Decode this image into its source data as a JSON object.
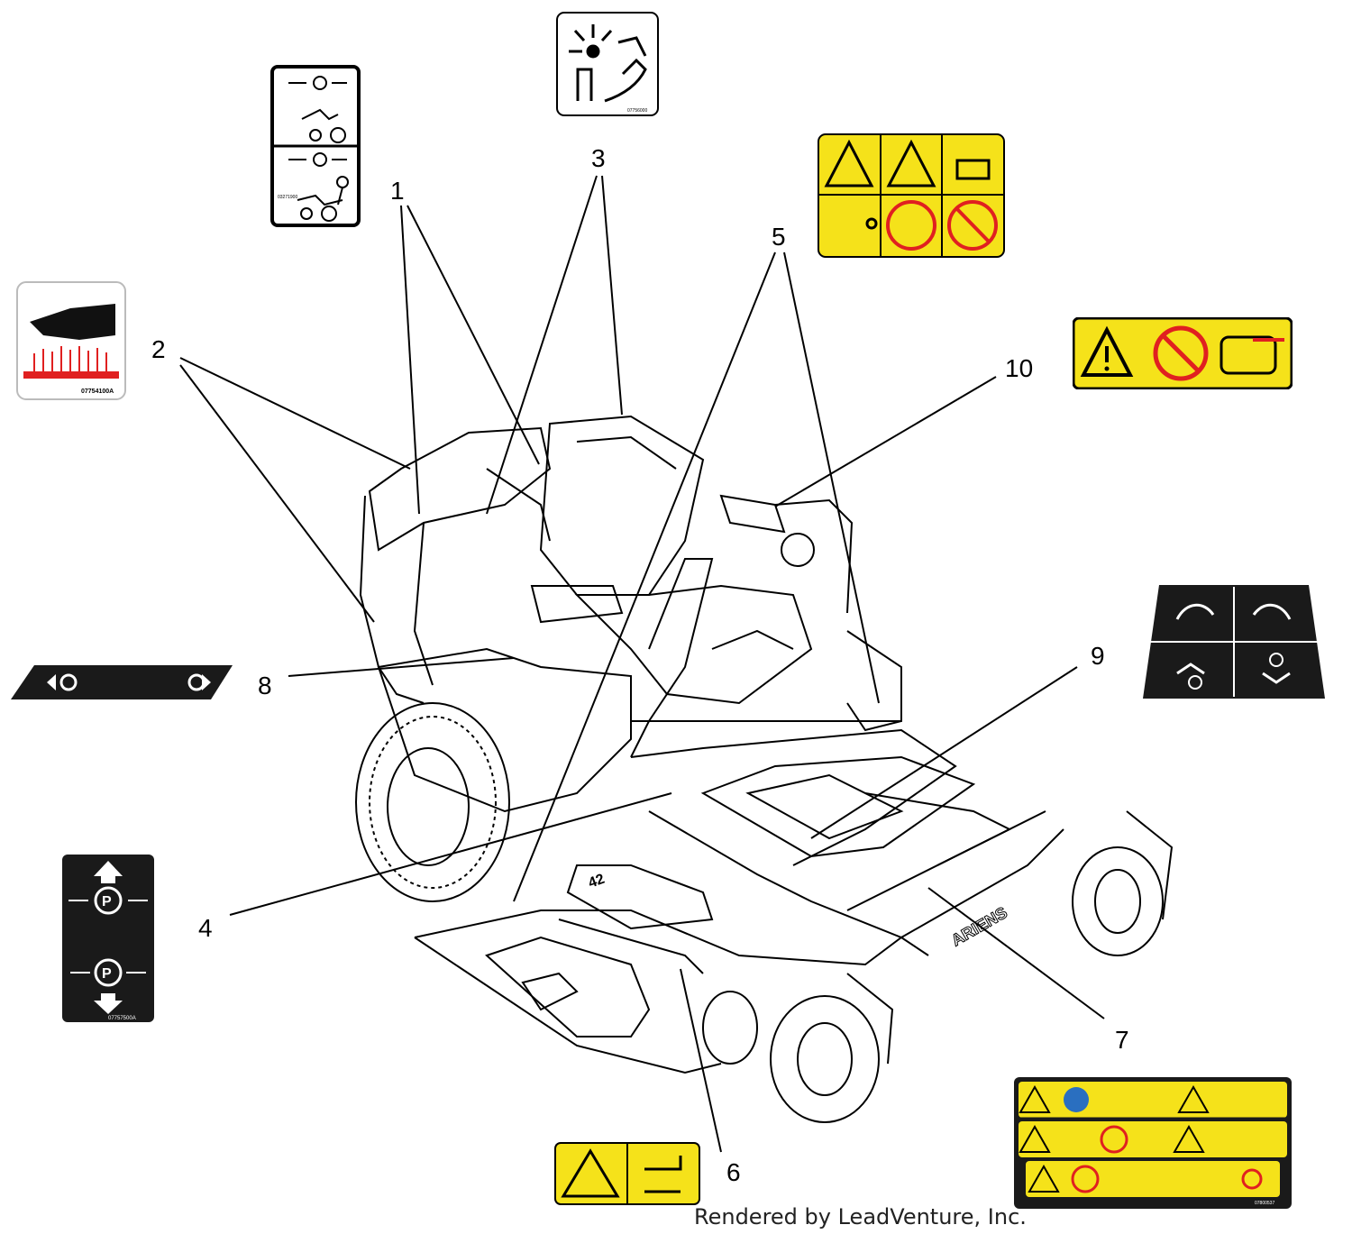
{
  "callouts": {
    "c1": "1",
    "c2": "2",
    "c3": "3",
    "c4": "4",
    "c5": "5",
    "c6": "6",
    "c7": "7",
    "c8": "8",
    "c9": "9",
    "c10": "10"
  },
  "decal_codes": {
    "hot_surface": "07754100A",
    "spinning_parts": "07756000",
    "seat_switch": "03271900",
    "park_brake": "07757500A",
    "warning_strip": "07800537"
  },
  "deck_badge": "42",
  "brand": "ARIENS",
  "footer": "Rendered by LeadVenture, Inc.",
  "colors": {
    "safety_yellow": "#f5e21a",
    "danger_red": "#e02020",
    "decal_black": "#1a1a1a"
  }
}
